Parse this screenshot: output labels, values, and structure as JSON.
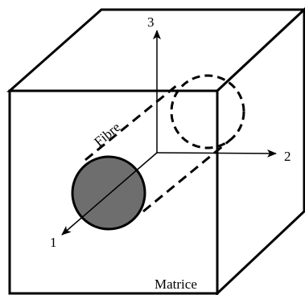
{
  "diagram": {
    "labels": {
      "axis_1": "1",
      "axis_2": "2",
      "axis_3": "3",
      "fibre": "Fibre",
      "matrice": "Matrice"
    },
    "colors": {
      "stroke": "#000000",
      "fibre_fill": "#6e6e6e",
      "background": "#ffffff"
    }
  }
}
